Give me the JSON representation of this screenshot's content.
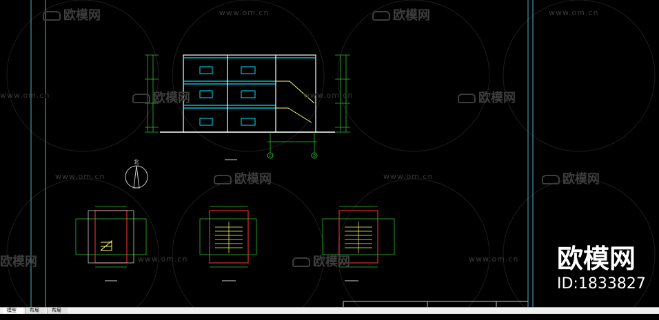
{
  "watermark": {
    "site_text": "www.om.cn",
    "logo_text": "欧模网"
  },
  "brand": {
    "name": "欧模网",
    "id_label": "ID:1833827"
  },
  "tabs": [
    {
      "label": "模型",
      "active": true
    },
    {
      "label": "布局1",
      "active": false
    },
    {
      "label": "布局2",
      "active": false
    }
  ],
  "drawing": {
    "north_label": "北",
    "axis_labels": [
      "C",
      "D"
    ],
    "colors": {
      "frame": "#4fb6c4",
      "wall": "#ffffff",
      "window": "#00e5ff",
      "stair": "#ffff66",
      "dim": "#2fbf2f",
      "red": "#e03030",
      "white_line": "#cfcfcf"
    }
  }
}
